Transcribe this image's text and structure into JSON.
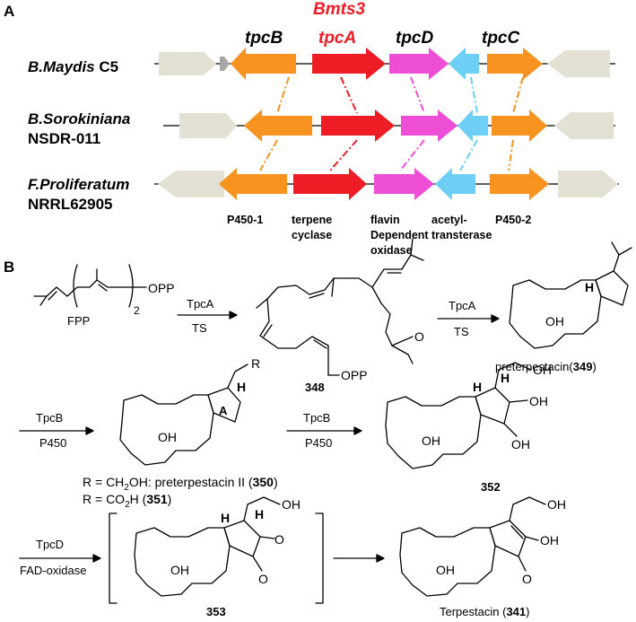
{
  "panel_a": {
    "label": "A",
    "super_label": "Bmts3",
    "gene_names": [
      "tpcB",
      "tpcA",
      "tpcD",
      "tpcC"
    ],
    "organisms": [
      {
        "name": "B.Maydis",
        "strain": "C5"
      },
      {
        "name": "B.Sorokiniana",
        "strain": "NSDR-011"
      },
      {
        "name": "F.Proliferatum",
        "strain": "NRRL62905"
      }
    ],
    "functions": [
      {
        "lines": [
          "P450-1"
        ]
      },
      {
        "lines": [
          "terpene",
          "cyclase"
        ]
      },
      {
        "lines": [
          "flavin",
          "Dependent",
          "oxidase"
        ]
      },
      {
        "lines": [
          "acetyl-",
          "transterase"
        ]
      },
      {
        "lines": [
          "P450-2"
        ]
      }
    ],
    "colors": {
      "tpcB": "#f7931e",
      "tpcA": "#ee1c24",
      "tpcD": "#ee4ed5",
      "acetyl": "#6dcff6",
      "tpcC": "#f7931e",
      "other": "#e3e1d3",
      "small": "#a6a6a6",
      "super_label": "#ee1c24",
      "tpcA_label": "#ee1c24"
    }
  },
  "panel_b": {
    "label": "B",
    "fpp": {
      "name": "FPP",
      "opp": "OPP",
      "subscript": "2"
    },
    "steps": [
      {
        "enzyme": "TpcA",
        "condition": "TS"
      },
      {
        "enzyme": "TpcA",
        "condition": "TS"
      },
      {
        "enzyme": "TpcB",
        "condition": "P450"
      },
      {
        "enzyme": "TpcB",
        "condition": "P450"
      },
      {
        "enzyme": "TpcD",
        "condition": "FAD-oxidase"
      }
    ],
    "compounds": {
      "c348": {
        "id": "348",
        "opp": "OPP",
        "ketone": "O"
      },
      "c349": {
        "name": "preterpestacin",
        "id": "349",
        "oh": "OH",
        "h": "H"
      },
      "c350": {
        "r_label": "R",
        "ring_label": "A",
        "oh": "OH",
        "h": "H",
        "r1_prefix": "R = CH",
        "r1_sub": "2",
        "r1_mid": "OH: preterpestacin II (",
        "r1_id": "350",
        "r1_end": ")",
        "r2_prefix": "R = CO",
        "r2_sub": "2",
        "r2_mid": "H (",
        "r2_id": "351",
        "r2_end": ")"
      },
      "c352": {
        "id": "352",
        "oh": "OH",
        "h": "H"
      },
      "c353": {
        "id": "353",
        "oh": "OH",
        "h": "H",
        "o": "O"
      },
      "c341": {
        "name": "Terpestacin",
        "id": "341",
        "oh": "OH",
        "o": "O"
      }
    }
  }
}
